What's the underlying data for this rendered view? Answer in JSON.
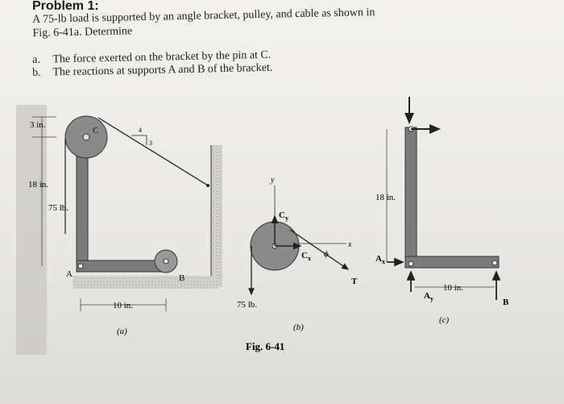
{
  "problem_title": "Problem 1:",
  "intro_line1": "A 75-lb load is supported by an angle bracket, pulley, and cable as shown in",
  "intro_line2": "Fig. 6-41a. Determine",
  "items": [
    {
      "label": "a.",
      "text": "The force exerted on the bracket by the pin at C."
    },
    {
      "label": "b.",
      "text": "The reactions at supports A and B of the bracket."
    }
  ],
  "figure": {
    "a": {
      "dim_top": "3 in.",
      "dim_side": "18 in.",
      "load": "75 lb.",
      "slope_4": "4",
      "slope_3": "3",
      "pin_c": "C",
      "point_a": "A",
      "point_b": "B",
      "dim_bottom": "10 in.",
      "caption": "(a)"
    },
    "b": {
      "y_axis": "y",
      "x_axis": "x",
      "cy": "C",
      "cy_sub": "y",
      "cx": "C",
      "cx_sub": "x",
      "theta": "ϕ",
      "tension": "T",
      "load": "75 lb.",
      "caption": "(b)"
    },
    "c": {
      "dim_side": "18 in.",
      "ax": "A",
      "ax_sub": "x",
      "ay": "A",
      "ay_sub": "y",
      "point_b": "B",
      "dim_bottom": "10 in.",
      "caption": "(c)"
    },
    "fig_label": "Fig. 6-41"
  }
}
